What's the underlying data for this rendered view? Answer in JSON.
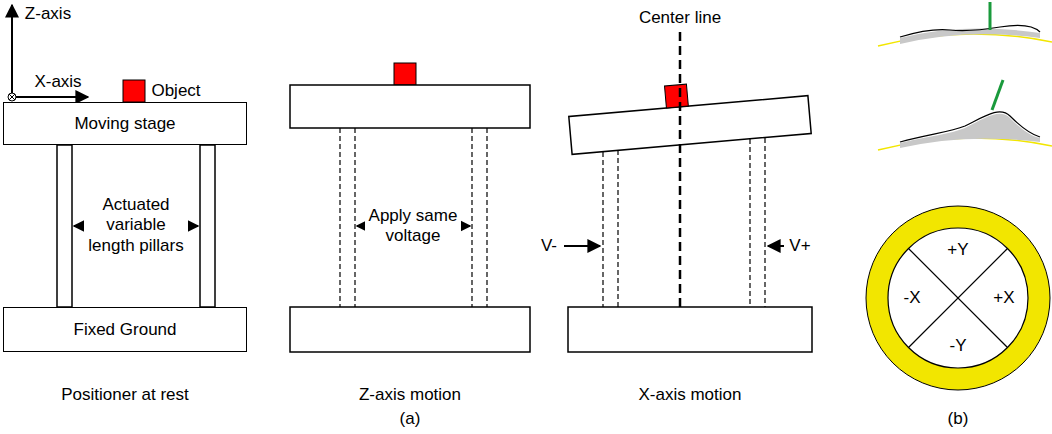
{
  "diagram": {
    "nodes": [
      {
        "text": [
          "Moving stage"
        ]
      },
      {
        "text": [
          "Fixed Ground"
        ]
      }
    ],
    "labels": [
      "Z-axis",
      "X-axis",
      "Object",
      "Actuated variable length pillars",
      "Apply same voltage",
      "V-",
      "V+",
      "Center line",
      "Positioner at rest",
      "Z-axis motion",
      "X-axis motion",
      "(a)",
      "(b)",
      "+Y",
      "-X",
      "+X",
      "-Y"
    ]
  }
}
